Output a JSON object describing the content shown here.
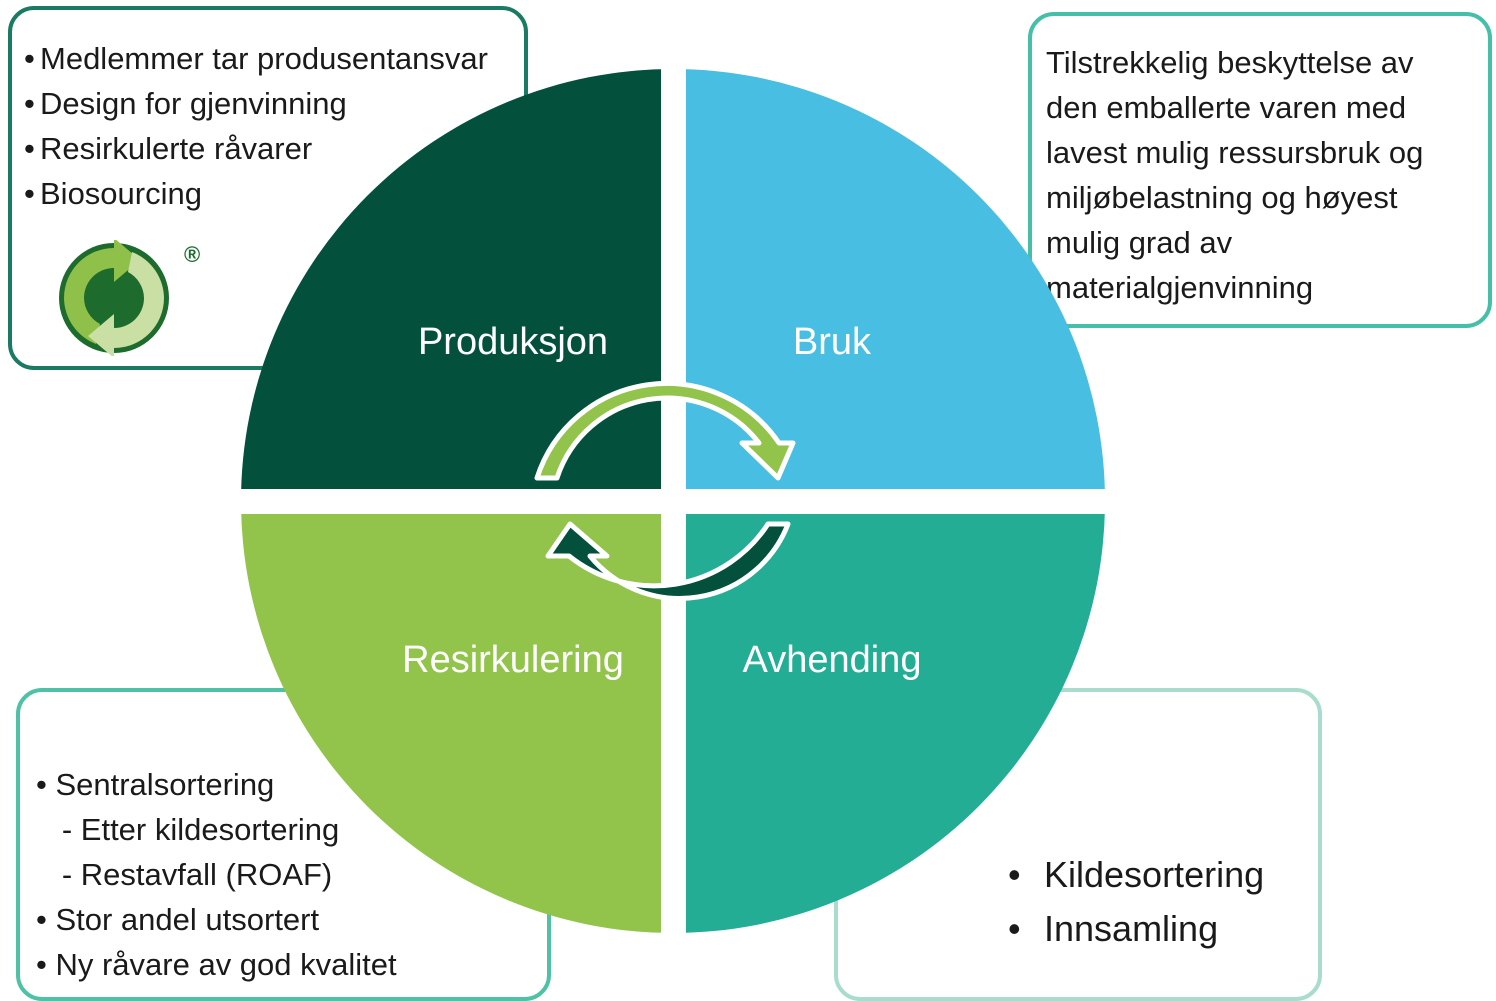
{
  "production_box": {
    "items": [
      "Medlemmer tar produsentansvar",
      "Design for gjenvinning",
      "Resirkulerte råvarer",
      "Biosourcing"
    ],
    "bullet": "•"
  },
  "use_box": {
    "text": "Tilstrekkelig beskyttelse av den emballerte varen med lavest mulig ressursbruk og miljøbelastning og høyest mulig grad av materialgjenvinning"
  },
  "recycling_box": {
    "items": [
      "• Sentralsortering",
      "   - Etter kildesortering",
      "   - Restavfall (ROAF)",
      "• Stor andel utsortert",
      "• Ny råvare av god kvalitet"
    ]
  },
  "disposal_box": {
    "items": [
      "Kildesortering",
      "Innsamling"
    ],
    "bullet": "•"
  },
  "wheel": {
    "labels": {
      "production": "Produksjon",
      "use": "Bruk",
      "recycling": "Resirkulering",
      "disposal": "Avhending"
    },
    "colors": {
      "production": "#03513d",
      "use": "#48bee3",
      "recycling": "#92c34a",
      "disposal": "#23ad95",
      "arrow_light": "#92c34a",
      "arrow_dark": "#03513d"
    }
  },
  "logo": {
    "name": "green-dot-logo",
    "registered_mark": "®"
  }
}
